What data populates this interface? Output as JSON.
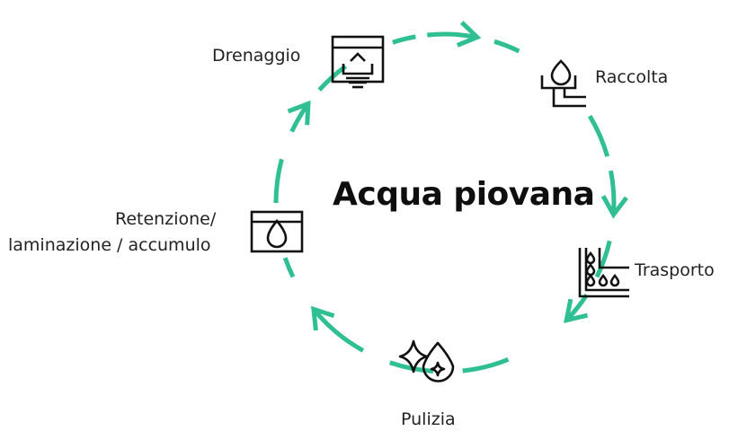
{
  "title": "Acqua piovana",
  "colors": {
    "arc": "#2fbf93",
    "ink": "#111111",
    "text": "#222222"
  },
  "stages": {
    "drenaggio": {
      "label": "Drenaggio",
      "icon": "drainage-box-icon"
    },
    "raccolta": {
      "label": "Raccolta",
      "icon": "gutter-drop-icon"
    },
    "trasporto": {
      "label": "Trasporto",
      "icon": "pipe-drops-icon"
    },
    "pulizia": {
      "label": "Pulizia",
      "icon": "sparkle-drop-icon"
    },
    "retenzione": {
      "label_line1": "Retenzione/",
      "label_line2": "laminazione / accumulo",
      "icon": "tank-drop-icon"
    }
  }
}
